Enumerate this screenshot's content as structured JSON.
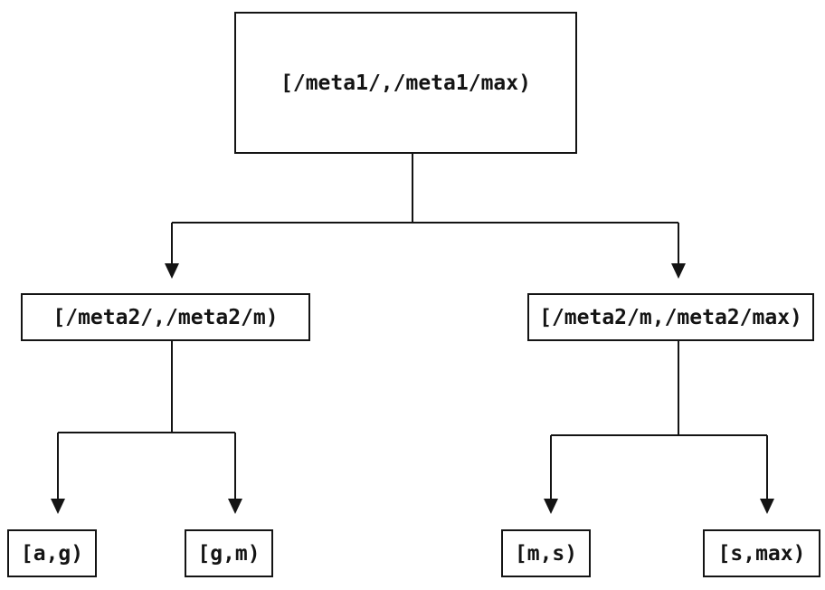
{
  "diagram": {
    "type": "binary-interval-partition-tree",
    "colors": {
      "line": "#141414",
      "text": "#141414",
      "background": "#ffffff"
    },
    "root": {
      "label": "[/meta1/,/meta1/max)"
    },
    "level2": [
      {
        "label": "[/meta2/,/meta2/m)"
      },
      {
        "label": "[/meta2/m,/meta2/max)"
      }
    ],
    "leaves": [
      {
        "label": "[a,g)"
      },
      {
        "label": "[g,m)"
      },
      {
        "label": "[m,s)"
      },
      {
        "label": "[s,max)"
      }
    ]
  }
}
